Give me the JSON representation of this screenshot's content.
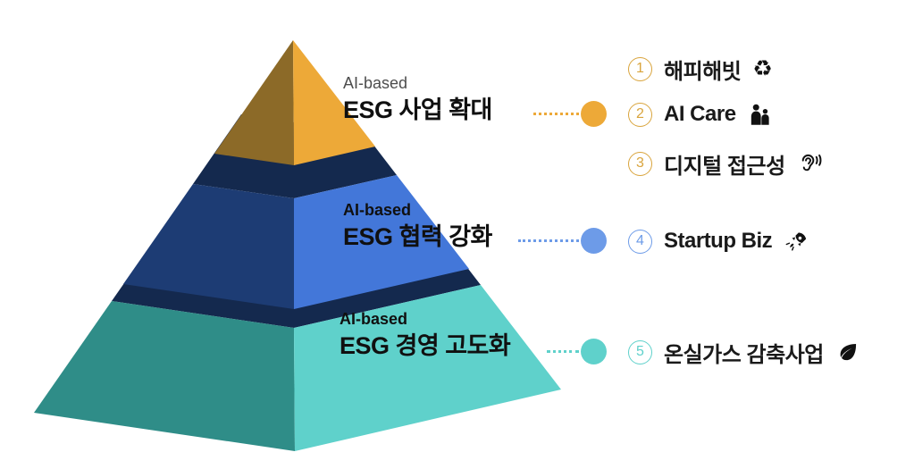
{
  "page": {
    "background": "#FFFFFF"
  },
  "colors": {
    "gold": "#EDA938",
    "gold_dark": "#8C6A28",
    "navy": "#14294E",
    "blue": "#4377D9",
    "blue_dark": "#1D3C74",
    "blue_circle": "#6D9BE8",
    "teal": "#5FD1CB",
    "teal_dark": "#2F8D88",
    "text": "#1A1A1A",
    "subtitle_gray": "#4D4D4D"
  },
  "pyramid": {
    "tiers": [
      {
        "level": "top",
        "subtitle": "AI-based",
        "title": "ESG 사업 확대",
        "color": "#EDA938"
      },
      {
        "level": "middle",
        "subtitle": "AI-based",
        "title": "ESG 협력 강화",
        "color": "#4377D9"
      },
      {
        "level": "bottom",
        "subtitle": "AI-based",
        "title": "ESG 경영 고도화",
        "color": "#5FD1CB"
      }
    ]
  },
  "legend": [
    {
      "number": "1",
      "label": "해피해빗",
      "icon": "recycle-icon",
      "color": "#D9A43C"
    },
    {
      "number": "2",
      "label": "AI Care",
      "icon": "people-icon",
      "color": "#D9A43C"
    },
    {
      "number": "3",
      "label": "디지털 접근성",
      "icon": "ear-icon",
      "color": "#D9A43C"
    },
    {
      "number": "4",
      "label": "Startup Biz",
      "icon": "rocket-icon",
      "color": "#6D9BE8"
    },
    {
      "number": "5",
      "label": "온실가스 감축사업",
      "icon": "leaf-icon",
      "color": "#5FD1CB"
    }
  ],
  "icons": {
    "recycle_char": "♻"
  }
}
